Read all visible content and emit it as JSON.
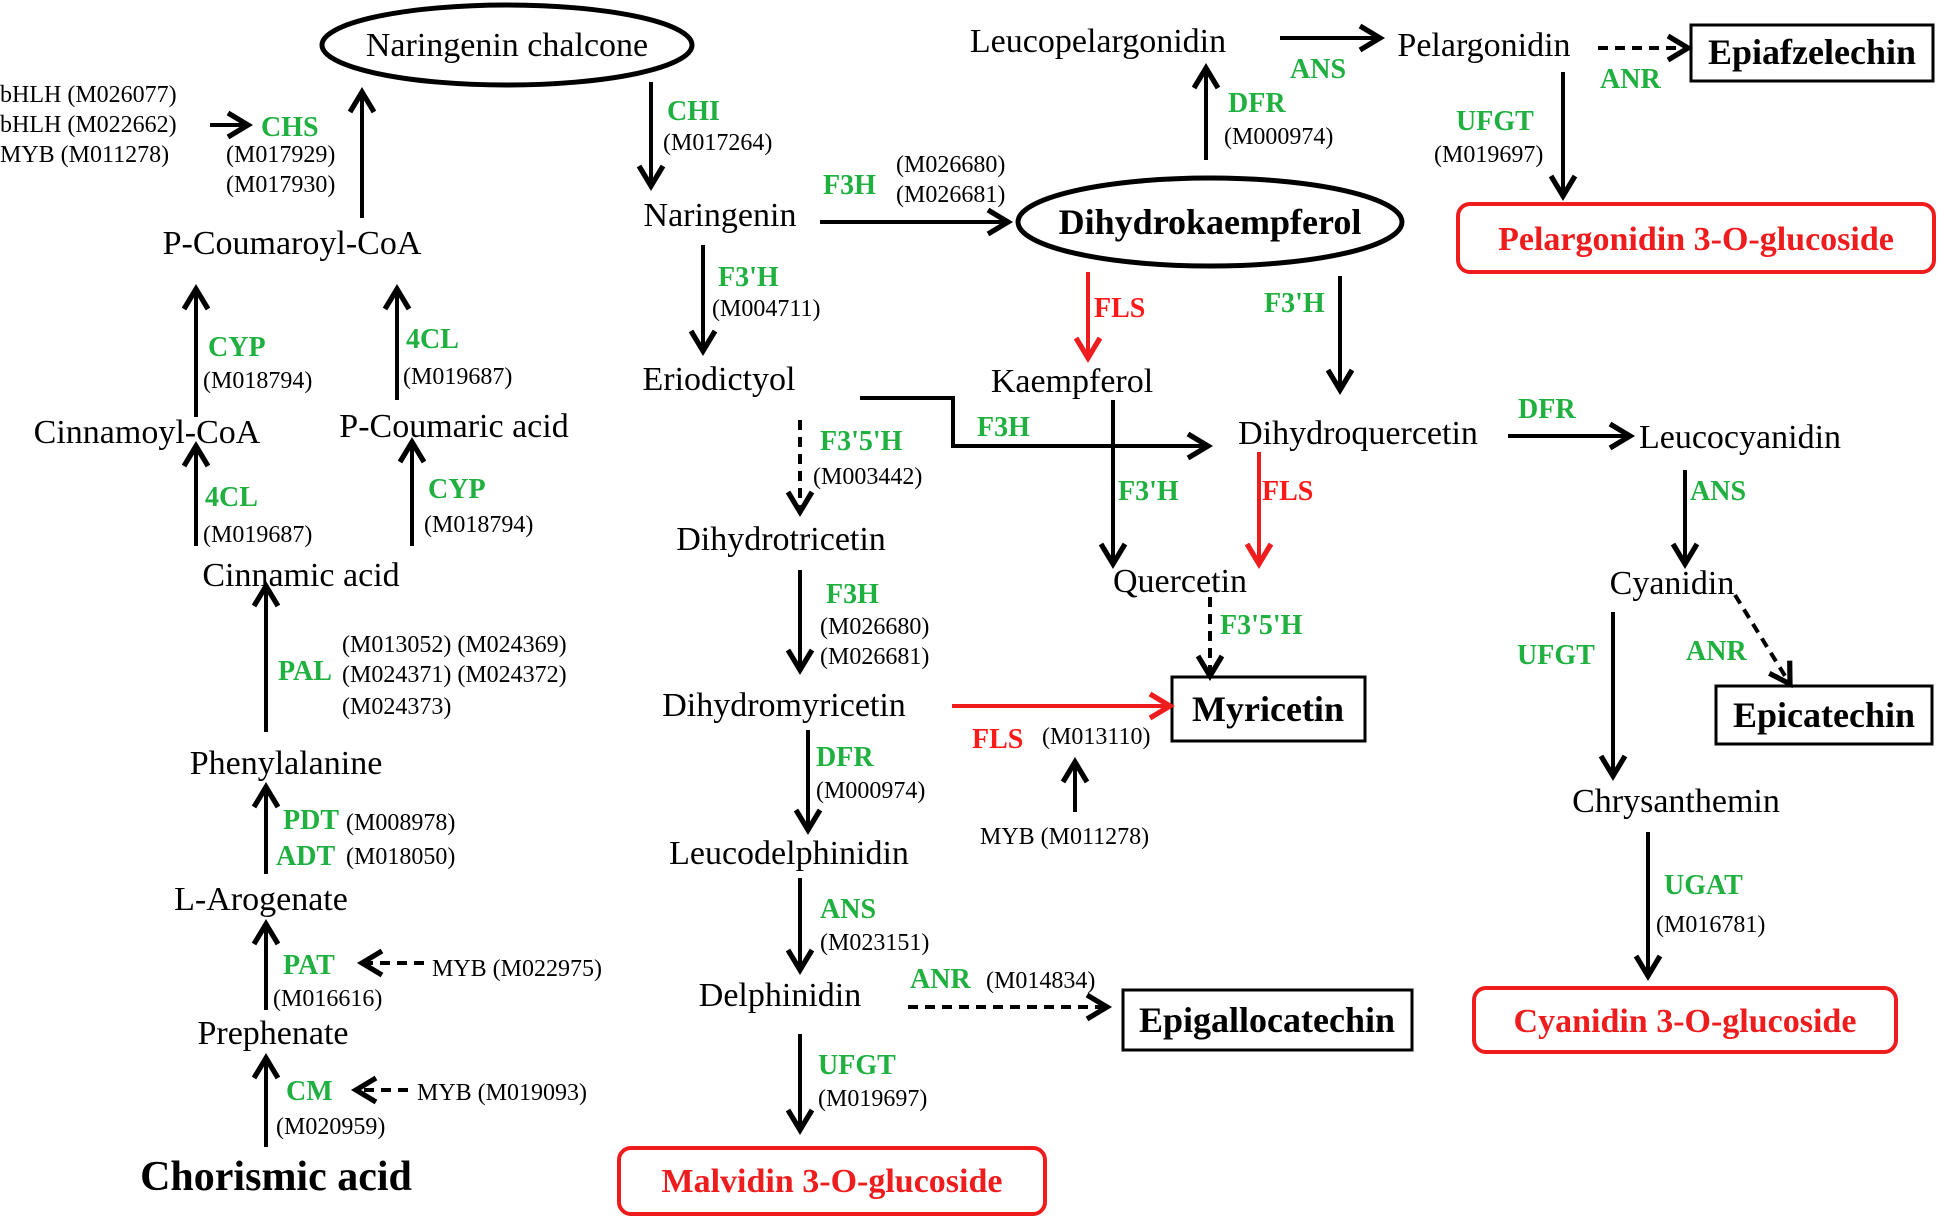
{
  "compounds": {
    "naringenin_chalcone": "Naringenin chalcone",
    "p_coumaroyl_coa": "P-Coumaroyl-CoA",
    "cinnamoyl_coa": "Cinnamoyl-CoA",
    "p_coumaric_acid": "P-Coumaric acid",
    "cinnamic_acid": "Cinnamic acid",
    "phenylalanine": "Phenylalanine",
    "l_arogenate": "L-Arogenate",
    "prephenate": "Prephenate",
    "chorismic_acid": "Chorismic acid",
    "naringenin": "Naringenin",
    "eriodictyol": "Eriodictyol",
    "dihydrotricetin": "Dihydrotricetin",
    "dihydromyricetin": "Dihydromyricetin",
    "leucodelphinidin": "Leucodelphinidin",
    "delphinidin": "Delphinidin",
    "dihydrokaempferol": "Dihydrokaempferol",
    "kaempferol": "Kaempferol",
    "dihydroquercetin": "Dihydroquercetin",
    "quercetin": "Quercetin",
    "leucopelargonidin": "Leucopelargonidin",
    "pelargonidin": "Pelargonidin",
    "leucocyanidin": "Leucocyanidin",
    "cyanidin": "Cyanidin",
    "chrysanthemin": "Chrysanthemin"
  },
  "end_products": {
    "epiafzelechin": "Epiafzelechin",
    "myricetin": "Myricetin",
    "epicatechin": "Epicatechin",
    "epigallocatechin": "Epigallocatechin",
    "pelargonidin_3_o_glucoside": "Pelargonidin 3-O-glucoside",
    "cyanidin_3_o_glucoside": "Cyanidin 3-O-glucoside",
    "malvidin_3_o_glucoside": "Malvidin 3-O-glucoside"
  },
  "enzymes": {
    "chs": "CHS",
    "chi": "CHI",
    "cyp": "CYP",
    "fourcl": "4CL",
    "pal": "PAL",
    "pdt": "PDT",
    "adt": "ADT",
    "pat": "PAT",
    "cm": "CM",
    "f3h": "F3H",
    "f3ph": "F3'H",
    "f35h": "F3'5'H",
    "fls": "FLS",
    "dfr": "DFR",
    "ans": "ANS",
    "anr": "ANR",
    "ufgt": "UFGT",
    "ugat": "UGAT"
  },
  "gene_ids": {
    "chs_1": "(M017929)",
    "chs_2": "(M017930)",
    "chi": "(M017264)",
    "cyp": "(M018794)",
    "fourcl": "(M019687)",
    "pal_1": "(M013052) (M024369)",
    "pal_2": "(M024371) (M024372)",
    "pal_3": "(M024373)",
    "pdt": "(M008978)",
    "adt": "(M018050)",
    "pat": "(M016616)",
    "cm": "(M020959)",
    "f3h_1": "(M026680)",
    "f3h_2": "(M026681)",
    "f3ph": "(M004711)",
    "f35h": "(M003442)",
    "dfr": "(M000974)",
    "ans": "(M023151)",
    "anr": "(M014834)",
    "ufgt": "(M019697)",
    "fls": "(M013110)",
    "ugat": "(M016781)"
  },
  "regulators": {
    "bhlh_1": "bHLH (M026077)",
    "bhlh_2": "bHLH (M022662)",
    "myb_1": "MYB (M011278)",
    "myb_pat": "MYB (M022975)",
    "myb_cm": "MYB (M019093)",
    "myb_fls": "MYB (M011278)"
  },
  "colors": {
    "enzyme": "#1fb040",
    "fls": "#ff1a1a",
    "product": "#ee1c1c",
    "arrow": "#000000"
  }
}
